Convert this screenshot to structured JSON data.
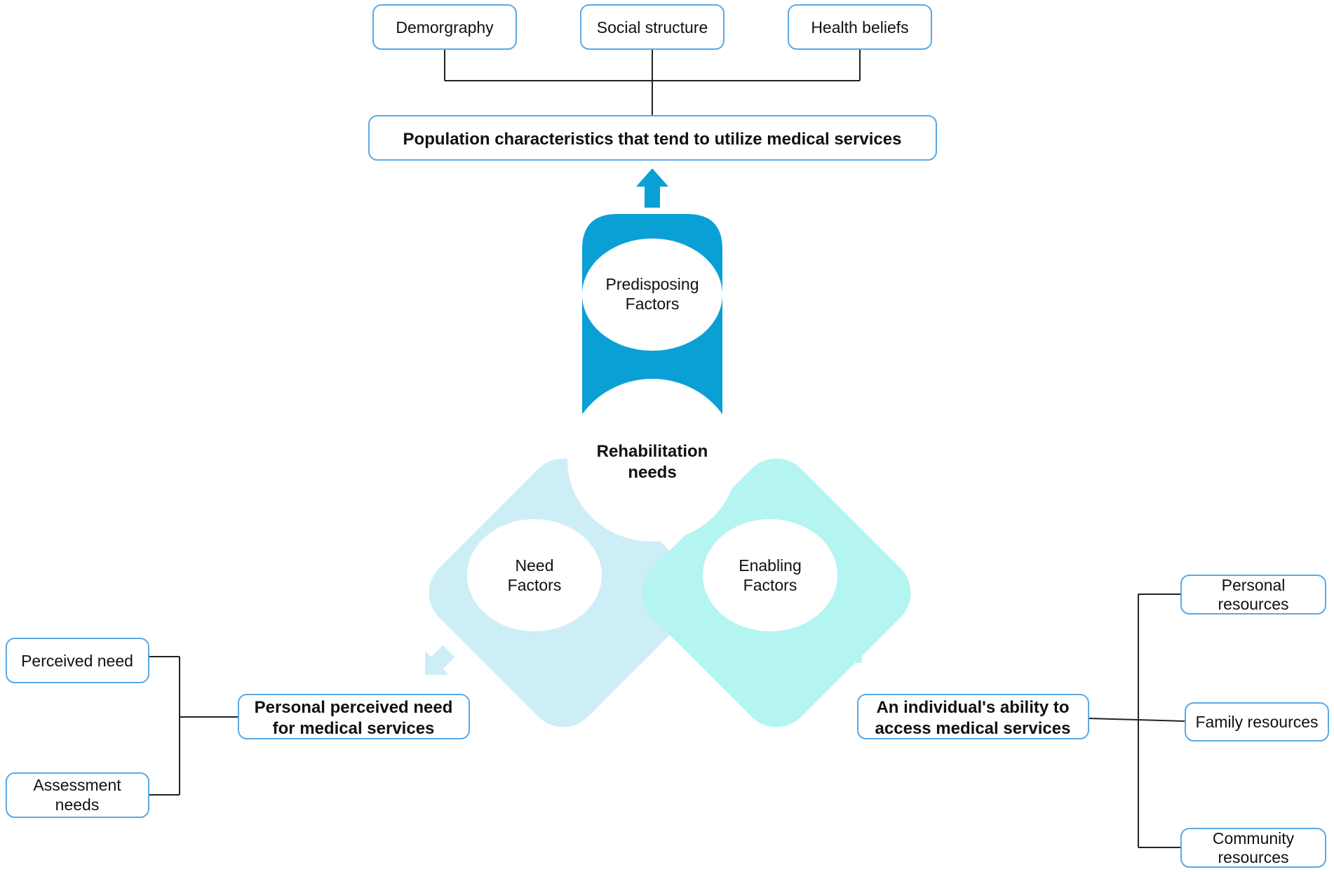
{
  "colors": {
    "box_border": "#5aa9e6",
    "predisposing": "#0aa0d6",
    "need": "#cdeef7",
    "enabling": "#b4f4f1",
    "connector": "#222222",
    "ellipse": "#ffffff"
  },
  "top": {
    "demography": "Demorgraphy",
    "social_structure": "Social structure",
    "health_beliefs": "Health beliefs",
    "population": "Population characteristics that tend to utilize medical services"
  },
  "center": {
    "predisposing_line1": "Predisposing",
    "predisposing_line2": "Factors",
    "rehab_line1": "Rehabilitation",
    "rehab_line2": "needs",
    "need_line1": "Need",
    "need_line2": "Factors",
    "enabling_line1": "Enabling",
    "enabling_line2": "Factors"
  },
  "left": {
    "perceived_need": "Perceived need",
    "assessment_line1": "Assessment",
    "assessment_line2": "needs",
    "personal_perceived_line1": "Personal perceived need",
    "personal_perceived_line2": "for medical services"
  },
  "right": {
    "ability_line1": "An individual's ability to",
    "ability_line2": "access medical services",
    "personal_res_line1": "Personal",
    "personal_res_line2": "resources",
    "family_res": "Family resources",
    "community_res_line1": "Community",
    "community_res_line2": "resources"
  }
}
